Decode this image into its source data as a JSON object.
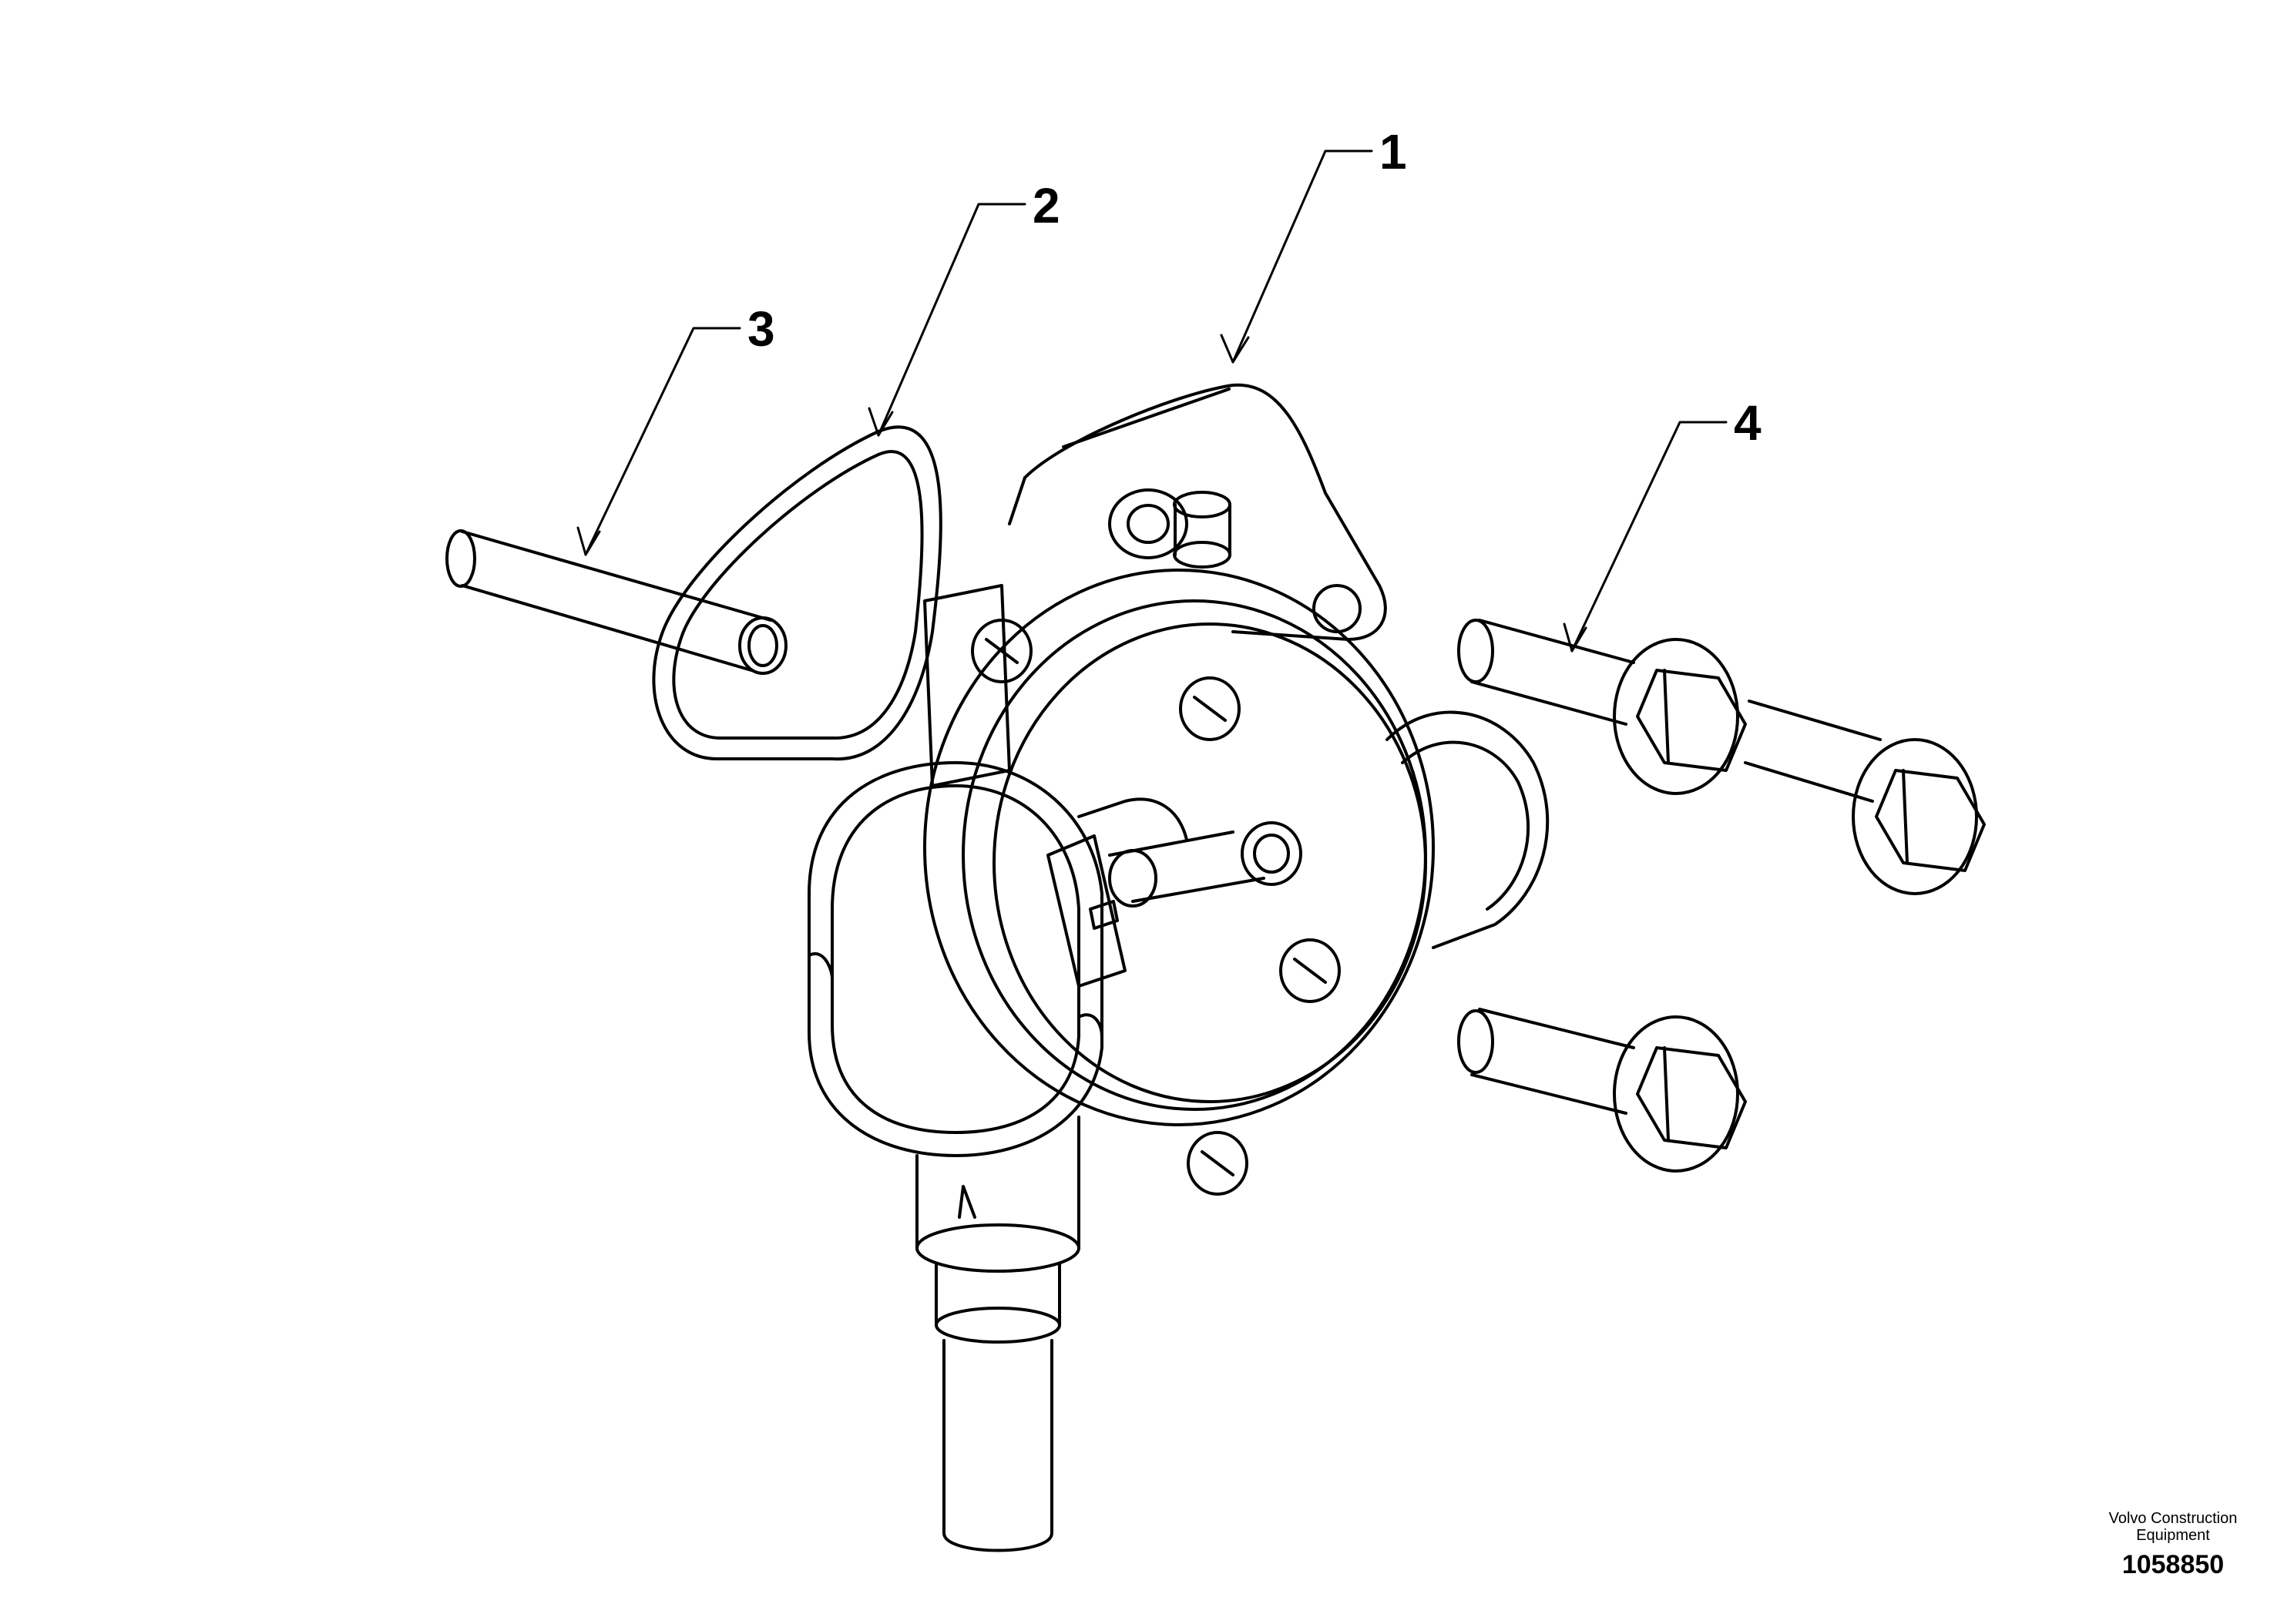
{
  "callouts": [
    {
      "label": "1"
    },
    {
      "label": "2"
    },
    {
      "label": "3"
    },
    {
      "label": "4"
    }
  ],
  "credit": {
    "line1": "Volvo Construction",
    "line2": "Equipment",
    "number": "1058850"
  },
  "colors": {
    "ink": "#000000",
    "paper": "#ffffff"
  }
}
